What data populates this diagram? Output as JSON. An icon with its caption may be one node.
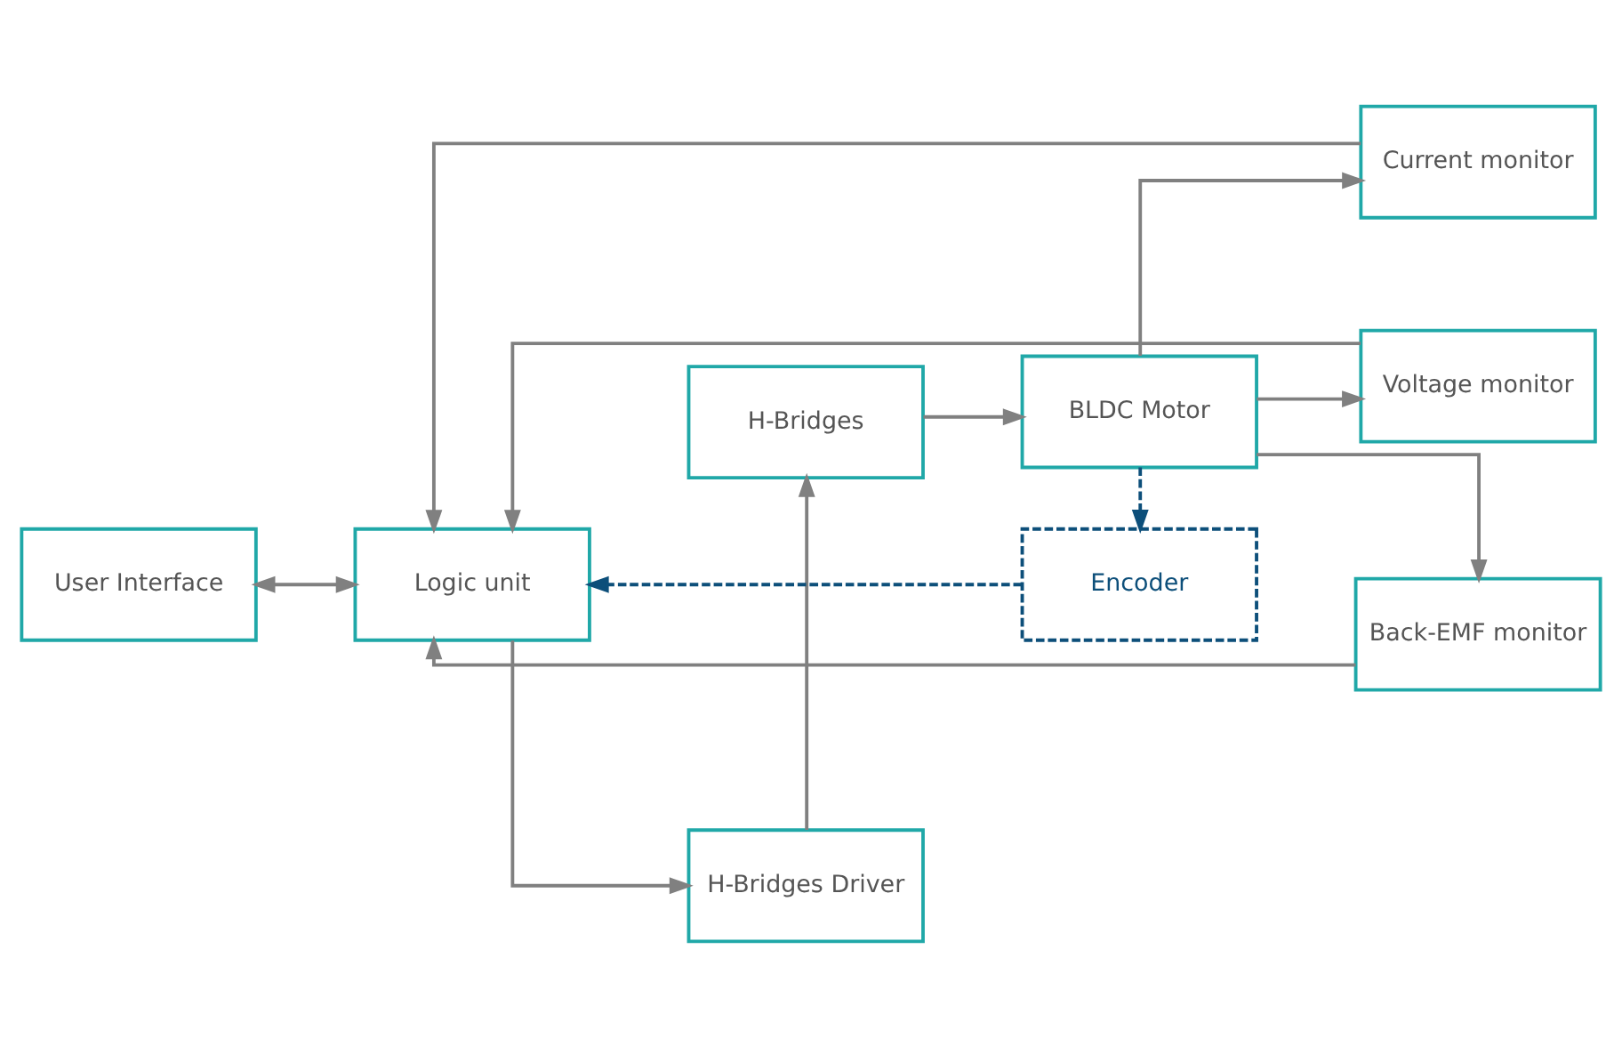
{
  "diagram": {
    "nodes": [
      {
        "text": [
          "User Interface"
        ]
      },
      {
        "text": [
          "Logic unit"
        ]
      },
      {
        "text": [
          "H-Bridges Driver"
        ]
      },
      {
        "text": [
          "H-Bridges"
        ]
      },
      {
        "text": [
          "Back-EMF monitor"
        ]
      },
      {
        "text": [
          "Current monitor"
        ]
      },
      {
        "text": [
          "Voltage monitor"
        ]
      },
      {
        "text": [
          "BLDC Motor"
        ]
      },
      {
        "text": [
          "Encoder"
        ]
      }
    ],
    "edges": [
      {
        "from": 0,
        "to": 1,
        "arrow": "both"
      },
      {
        "from": 1,
        "to": 2,
        "arrow": "to"
      },
      {
        "from": 2,
        "to": 3,
        "arrow": "to"
      },
      {
        "from": 3,
        "to": 7,
        "arrow": "to"
      },
      {
        "from": 7,
        "to": 4,
        "arrow": "to"
      },
      {
        "from": 7,
        "to": 5,
        "arrow": "to"
      },
      {
        "from": 7,
        "to": 6,
        "arrow": "to"
      },
      {
        "from": 4,
        "to": 1,
        "arrow": "to"
      },
      {
        "from": 5,
        "to": 1,
        "arrow": "to"
      },
      {
        "from": 6,
        "to": 1,
        "arrow": "to"
      },
      {
        "from": 7,
        "to": 8,
        "arrow": "to",
        "style": "dashed",
        "color": "#0d4f7a"
      },
      {
        "from": 8,
        "to": 1,
        "arrow": "to",
        "style": "dashed",
        "color": "#0d4f7a"
      }
    ]
  }
}
